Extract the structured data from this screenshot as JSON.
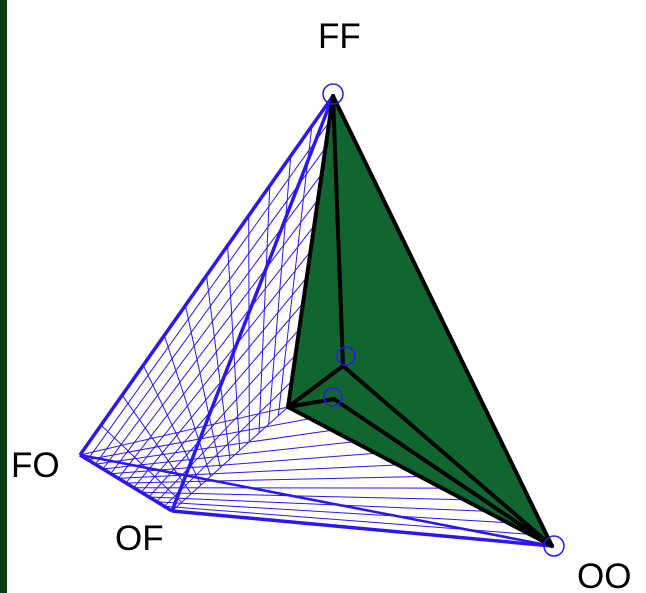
{
  "diagram": {
    "labels": {
      "top": "FF",
      "left": "FO",
      "bottom_left": "OF",
      "bottom_right": "OO"
    },
    "colors": {
      "background": "#ffffff",
      "left_strip": "#0b3d12",
      "mesh": "#2b17f2",
      "solid_fill": "#116530",
      "solid_edge": "#000000",
      "marker": "#2b17f2"
    }
  }
}
